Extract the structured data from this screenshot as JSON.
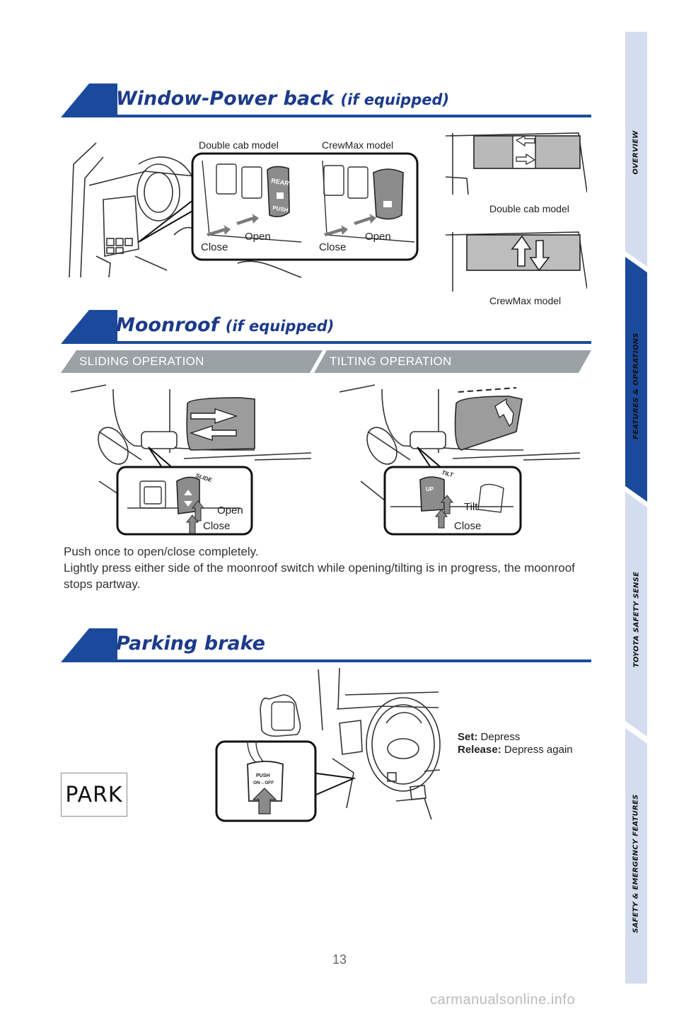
{
  "sections": {
    "window": {
      "title": "Window-Power back",
      "subtitle": "(if equipped)"
    },
    "moonroof": {
      "title": "Moonroof",
      "subtitle": "(if equipped)"
    },
    "parking": {
      "title": "Parking brake"
    }
  },
  "window_illus": {
    "double_cab_label": "Double cab model",
    "crewmax_label": "CrewMax model",
    "open_label": "Open",
    "close_label": "Close",
    "rear_switch_text": "REAR",
    "push_switch_text": "PUSH",
    "right_double_cab_label": "Double cab model",
    "right_crewmax_label": "CrewMax model"
  },
  "moonroof": {
    "sliding_label": "SLIDING OPERATION",
    "tilting_label": "TILTING OPERATION",
    "slide_text": "SLIDE",
    "tilt_text": "TILT",
    "up_text": "UP",
    "open_label": "Open",
    "close_label": "Close",
    "tilt_label": "Tilt",
    "tilt_close_label": "Close",
    "instructions": [
      "Push once to open/close completely.",
      "Lightly press either side of the moonroof switch while opening/tilting is in progress, the moonroof stops partway."
    ]
  },
  "parking": {
    "set_label": "Set:",
    "set_value": "Depress",
    "release_label": "Release:",
    "release_value": "Depress again",
    "pedal_text_1": "PUSH",
    "pedal_text_2": "ON↔OFF",
    "park_indicator": "PARK"
  },
  "page_number": "13",
  "watermark": "carmanualsonline.info",
  "sidebar": {
    "tabs": [
      "OVERVIEW",
      "FEATURES & OPERATIONS",
      "TOYOTA SAFETY SENSE",
      "SAFETY & EMERGENCY FEATURES"
    ],
    "active_index": 1,
    "active_color": "#1b4a9c",
    "inactive_color": "#d3ddef"
  }
}
